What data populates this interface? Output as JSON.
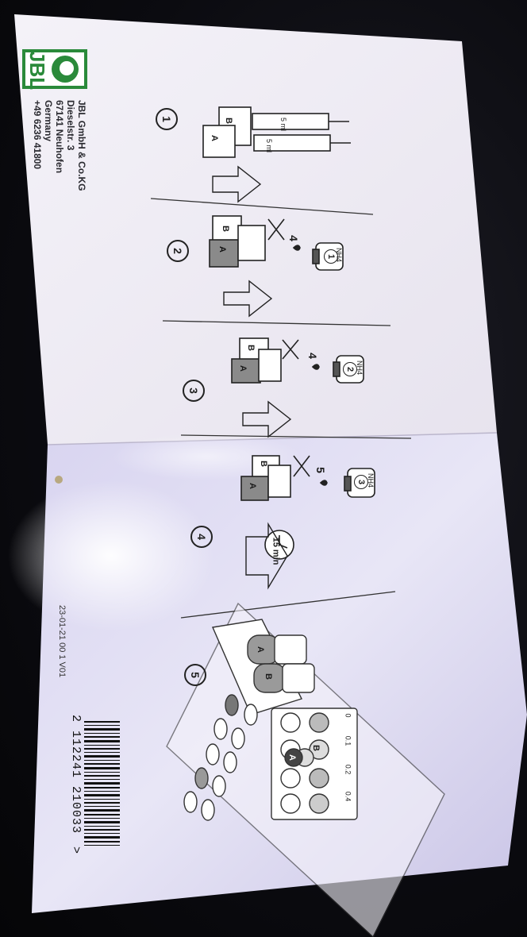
{
  "logo": {
    "text": "JBL",
    "color": "#2a8a3a"
  },
  "company": {
    "name": "JBL GmbH & Co.KG",
    "street": "Dieselstr. 3",
    "city": "67141 Neuhofen",
    "country": "Germany",
    "phone": "+49 6236 41800"
  },
  "steps": [
    {
      "number": "1",
      "syringe_label": "5 ml"
    },
    {
      "number": "2",
      "reagent": "NH4",
      "reagent_number": "1",
      "drops": "4"
    },
    {
      "number": "3",
      "reagent": "NH4",
      "reagent_number": "2",
      "drops": "4"
    },
    {
      "number": "4",
      "reagent": "NH4",
      "reagent_number": "3",
      "drops": "5",
      "wait": "15 min"
    },
    {
      "number": "5"
    }
  ],
  "vials": {
    "a": "A",
    "b": "B"
  },
  "color_scale": {
    "values": [
      "0",
      "0.1",
      "0.2",
      "0.4"
    ]
  },
  "print_code": "23-01-21 00 1 V01",
  "barcode": {
    "number": "2 112241 210033",
    "suffix": ">"
  }
}
